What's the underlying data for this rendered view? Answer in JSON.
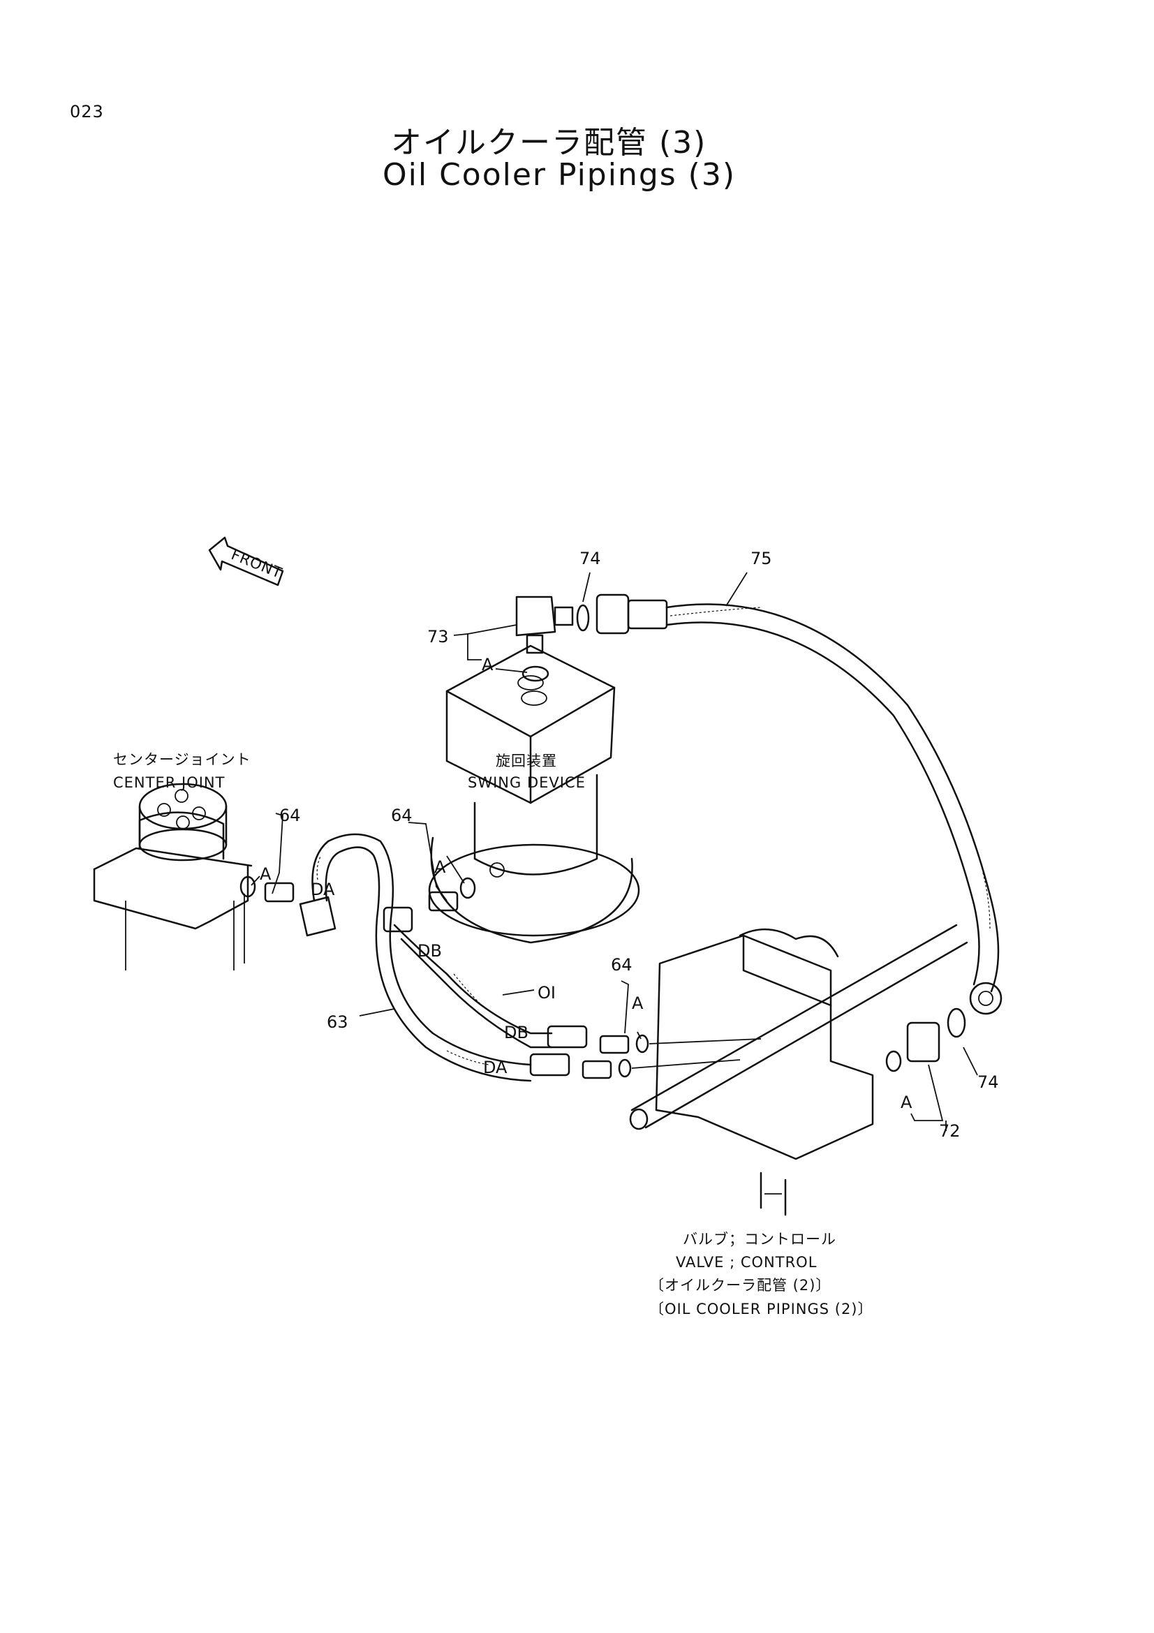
{
  "page": {
    "number": "023",
    "title_jp": "オイルクーラ配管 (3)",
    "title_en": "Oil Cooler Pipings (3)"
  },
  "front_arrow": {
    "label": "FRONT",
    "icon": "front-arrow-icon"
  },
  "components": {
    "center_joint": {
      "jp": "センタージョイント",
      "en": "CENTER JOINT"
    },
    "swing_device": {
      "jp": "旋回装置",
      "en": "SWING DEVICE"
    },
    "control_valve": {
      "jp": "バルブ；コントロール",
      "en": "VALVE ; CONTROL",
      "ref_jp": "〔オイルクーラ配管 (2)〕",
      "ref_en": "〔OIL COOLER PIPINGS (2)〕"
    }
  },
  "callouts": {
    "p74_top": "74",
    "p75": "75",
    "p73": "73",
    "a_73": "A",
    "p64_left": "64",
    "a_64_left": "A",
    "p64_mid": "64",
    "a_64_mid": "A",
    "da_upper": "DA",
    "db_upper": "DB",
    "o1": "OI",
    "p63": "63",
    "db_lower": "DB",
    "da_lower": "DA",
    "p64_right": "64",
    "a_64_right": "A",
    "p74_right": "74",
    "a_72": "A",
    "p72": "72"
  }
}
